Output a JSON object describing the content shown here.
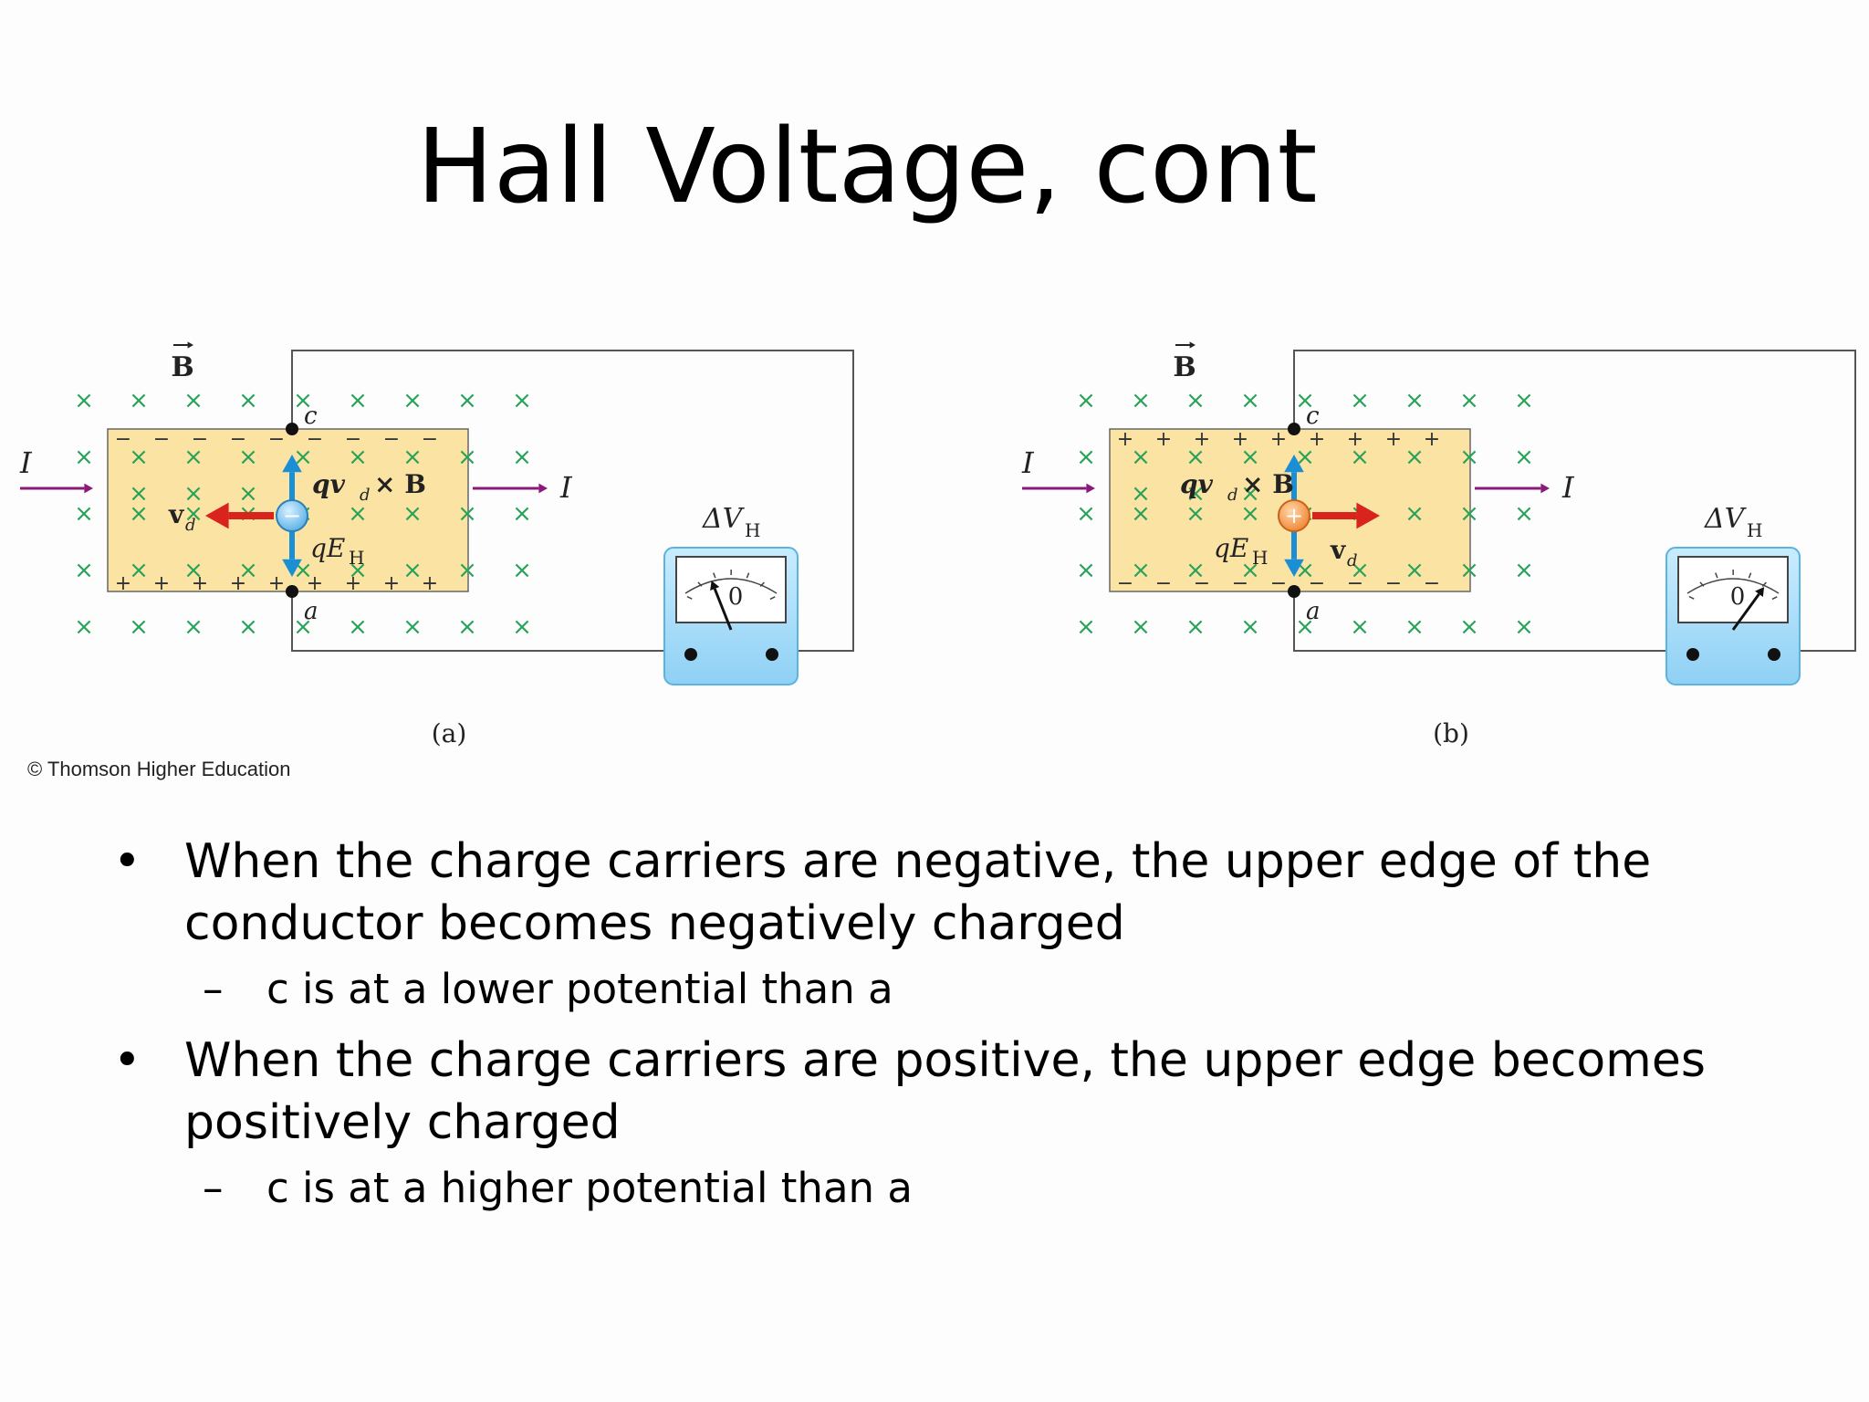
{
  "slide": {
    "title": "Hall Voltage, cont",
    "credit": "© Thomson Higher Education",
    "bullets": [
      {
        "text": "When the charge carriers are negative, the upper edge of the conductor becomes negatively charged",
        "line1": "When the charge carriers are negative, the upper edge of the",
        "line2": "conductor becomes negatively charged",
        "sub": "c is at a lower potential than a"
      },
      {
        "text": "When the charge carriers are positive, the upper edge becomes positively charged",
        "line1": "When the charge carriers are positive, the upper edge becomes",
        "line2": "positively charged",
        "sub": "c is at a higher potential than a"
      }
    ],
    "bullet_glyph": "•",
    "sub_glyph": "–"
  },
  "figure": {
    "panels": [
      {
        "caption": "(a)",
        "field": "B",
        "current": "I",
        "top_terminal": "c",
        "bottom_terminal": "a",
        "force_label_1": "qv",
        "force_label_2": "× B",
        "force_sub": "d",
        "field_force": "qE",
        "field_sub": "H",
        "velocity": "v",
        "velocity_sub": "d",
        "meter": "ΔV",
        "meter_sub": "H",
        "meter_zero": "0",
        "carrier_sign": "−",
        "top_edge_sign": "−",
        "bottom_edge_sign": "+"
      },
      {
        "caption": "(b)",
        "field": "B",
        "current": "I",
        "top_terminal": "c",
        "bottom_terminal": "a",
        "force_label_1": "qv",
        "force_label_2": "× B",
        "force_sub": "d",
        "field_force": "qE",
        "field_sub": "H",
        "velocity": "v",
        "velocity_sub": "d",
        "meter": "ΔV",
        "meter_sub": "H",
        "meter_zero": "0",
        "carrier_sign": "+",
        "top_edge_sign": "+",
        "bottom_edge_sign": "−"
      }
    ],
    "colors": {
      "conductor": "#fbe3a3",
      "field_marks": "#2aa35a",
      "current_arrow": "#8a1a7a",
      "velocity_arrow": "#d9241e",
      "force_arrow": "#1b8fd6",
      "negative_carrier": "#5fb3e8",
      "positive_carrier": "#f08a3a",
      "meter_body": "#8fd0f4",
      "wire": "#555555"
    }
  }
}
